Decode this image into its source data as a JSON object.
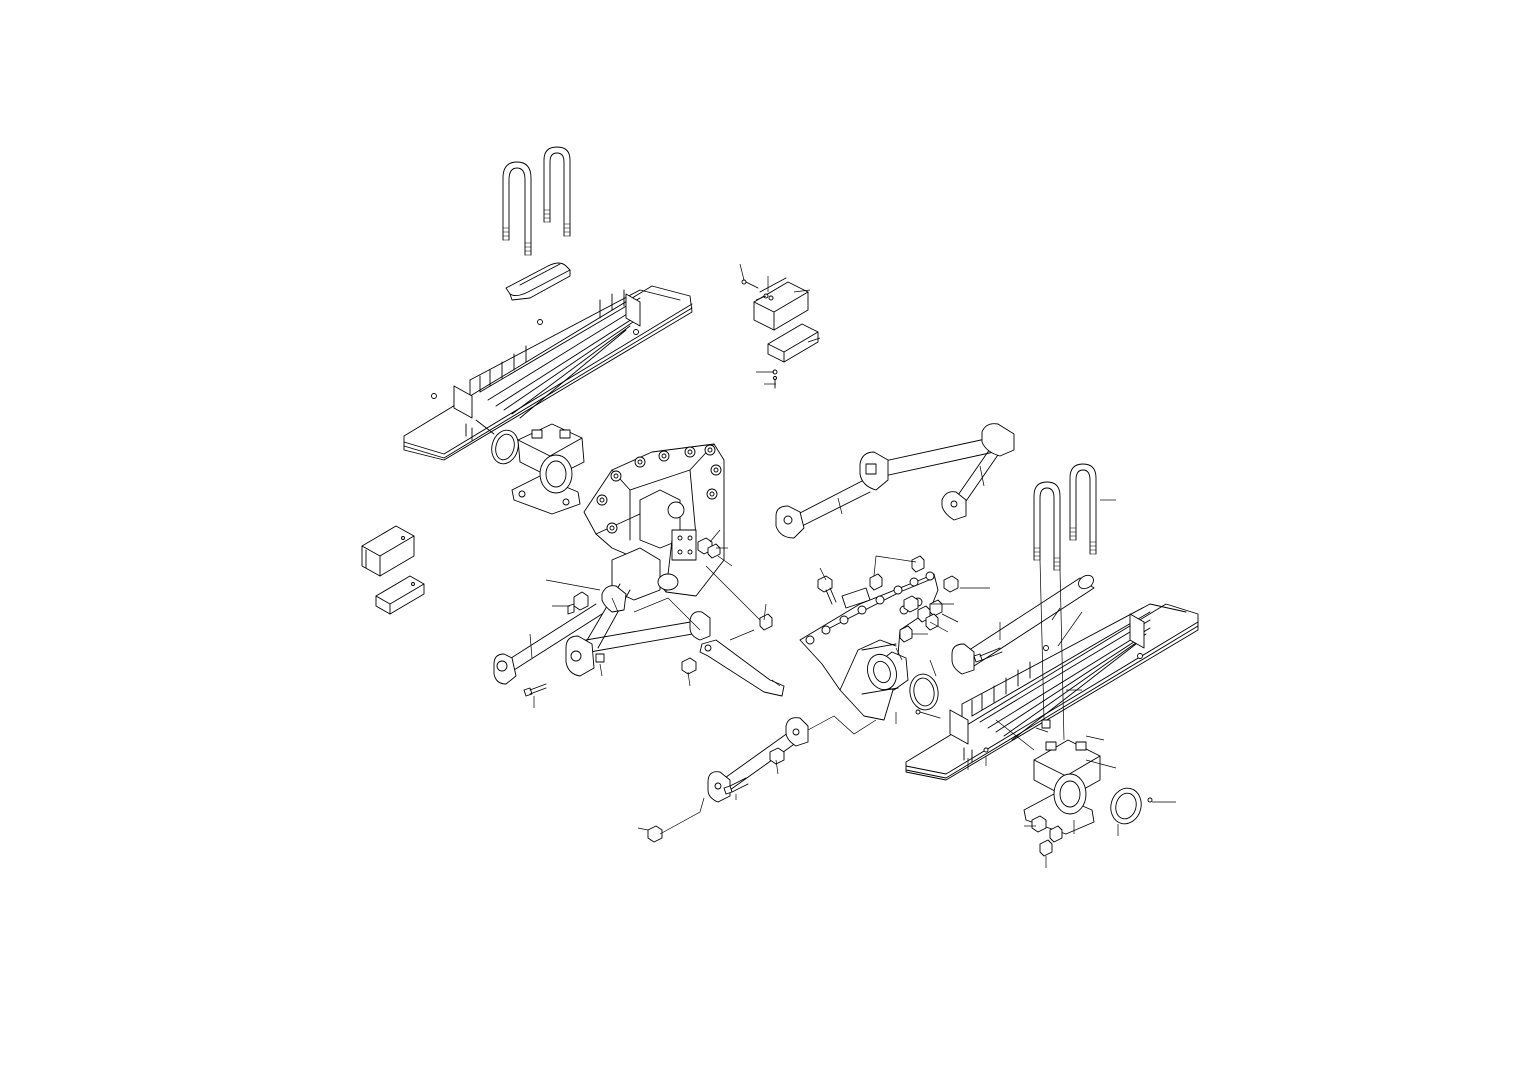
{
  "diagram": {
    "background": "#ffffff",
    "line_color": "#000000",
    "parts": [
      {
        "name": "u-bolt",
        "count": 4
      },
      {
        "name": "leaf-spring",
        "count": 2
      },
      {
        "name": "spring-seat-pad",
        "count": 1
      },
      {
        "name": "axle-seat",
        "count": 2
      },
      {
        "name": "spring-bracket",
        "count": 2
      },
      {
        "name": "trunnion-bracket",
        "count": 2
      },
      {
        "name": "v-torque-rod",
        "count": 2
      },
      {
        "name": "torque-rod",
        "count": 1
      },
      {
        "name": "stabilizer-link",
        "count": 1
      },
      {
        "name": "seal-ring",
        "count": 3
      },
      {
        "name": "bolt",
        "count": 14
      },
      {
        "name": "nut",
        "count": 12
      }
    ]
  }
}
